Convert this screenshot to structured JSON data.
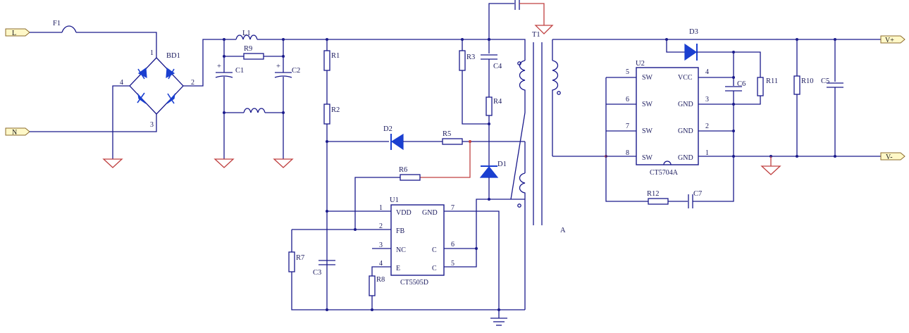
{
  "ports": {
    "L": "L",
    "N": "N",
    "vplus": "V+",
    "vminus": "V-"
  },
  "components": {
    "F1": "F1",
    "BD1": "BD1",
    "L1": "L1",
    "R9": "R9",
    "C1": "C1",
    "C2": "C2",
    "R1": "R1",
    "R2": "R2",
    "R3": "R3",
    "C4": "C4",
    "R4": "R4",
    "T1": "T1",
    "D1": "D1",
    "D2": "D2",
    "R5": "R5",
    "R6": "R6",
    "R7": "R7",
    "R8": "R8",
    "C3": "C3",
    "U1": "U1",
    "U2": "U2",
    "D3": "D3",
    "C6": "C6",
    "R11": "R11",
    "R10": "R10",
    "C5": "C5",
    "R12": "R12",
    "C7": "C7",
    "A": "A"
  },
  "bridge_pins": {
    "p1": "1",
    "p2": "2",
    "p3": "3",
    "p4": "4"
  },
  "polarity": "+",
  "U1": {
    "part": "CT5505D",
    "pins": [
      {
        "num": "1",
        "name": "VDD"
      },
      {
        "num": "2",
        "name": "FB"
      },
      {
        "num": "3",
        "name": "NC"
      },
      {
        "num": "4",
        "name": "E"
      },
      {
        "num": "7",
        "name": "GND"
      },
      {
        "num": "6",
        "name": "C"
      },
      {
        "num": "5",
        "name": "C"
      }
    ]
  },
  "U2": {
    "part": "CT5704A",
    "pins": [
      {
        "num": "5",
        "name": "SW"
      },
      {
        "num": "6",
        "name": "SW"
      },
      {
        "num": "7",
        "name": "SW"
      },
      {
        "num": "8",
        "name": "SW"
      },
      {
        "num": "4",
        "name": "VCC"
      },
      {
        "num": "3",
        "name": "GND"
      },
      {
        "num": "2",
        "name": "GND"
      },
      {
        "num": "1",
        "name": "GND"
      }
    ]
  }
}
